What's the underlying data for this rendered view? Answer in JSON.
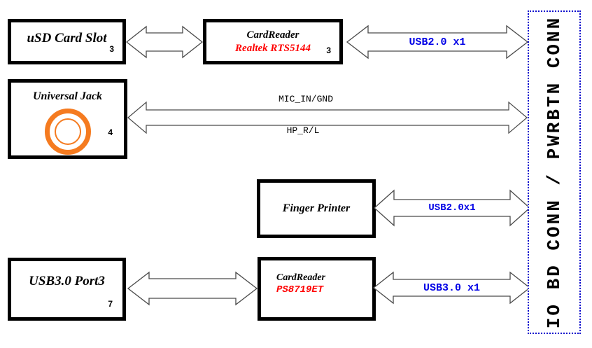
{
  "blocks": {
    "usd_card_slot": {
      "label": "uSD Card Slot",
      "badge": "3"
    },
    "card_reader_top": {
      "title": "CardReader",
      "chip": "Realtek RTS5144",
      "badge": "3"
    },
    "universal_jack": {
      "label": "Universal Jack",
      "badge": "4"
    },
    "finger_printer": {
      "label": "Finger Printer"
    },
    "usb3_port": {
      "label": "USB3.0 Port3",
      "badge": "7"
    },
    "card_reader_bottom": {
      "title": "CardReader",
      "chip": "PS8719ET"
    }
  },
  "connections": {
    "usb2_top": {
      "label": "USB2.0 x1"
    },
    "audio": {
      "mic": "MIC_IN/GND",
      "hp": "HP_R/L"
    },
    "usb2_finger": {
      "label": "USB2.0x1"
    },
    "usb3_bottom": {
      "label": "USB3.0 x1"
    }
  },
  "io_panel": {
    "label": "IO BD CONN / PWRBTN CONN"
  },
  "colors": {
    "connection_text": "#0000E6",
    "chip_text": "#FF0000",
    "jack_ring": "#F57B20",
    "panel_border": "#0000CC",
    "box_border": "#000000"
  }
}
